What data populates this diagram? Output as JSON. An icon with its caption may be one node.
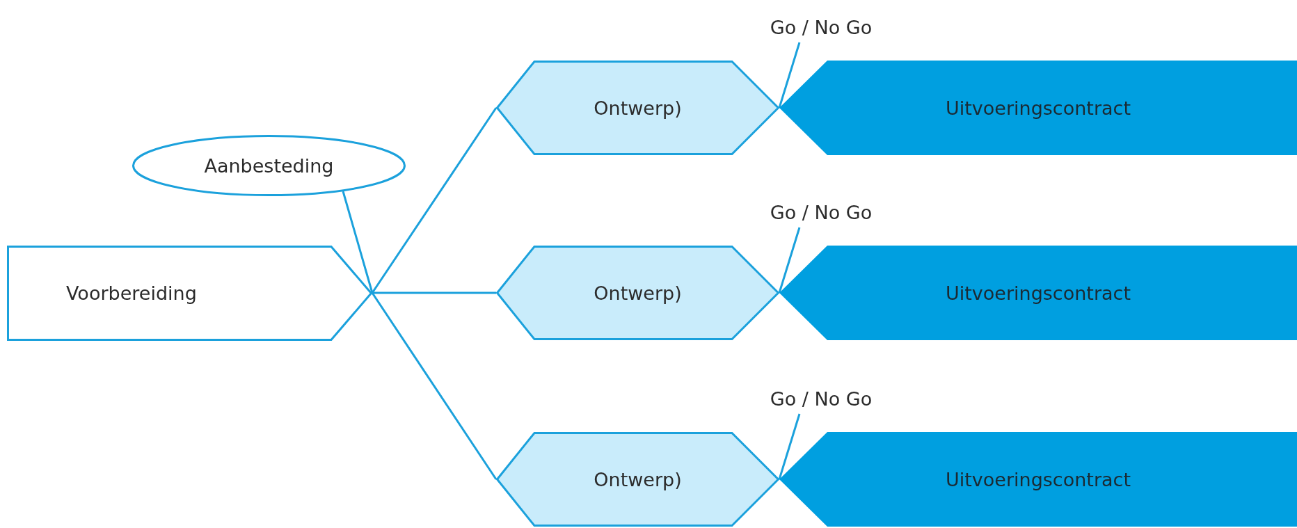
{
  "diagram": {
    "nodes": [
      {
        "text": [
          "Aanbesteding"
        ]
      },
      {
        "text": [
          "Voorbereiding"
        ]
      },
      {
        "text": [
          "Ontwerp)"
        ]
      },
      {
        "text": [
          "Go / No Go"
        ]
      },
      {
        "text": [
          "Uitvoeringscontract"
        ]
      },
      {
        "text": [
          "Ontwerp)"
        ]
      },
      {
        "text": [
          "Go / No Go"
        ]
      },
      {
        "text": [
          "Uitvoeringscontract"
        ]
      },
      {
        "text": [
          "Ontwerp)"
        ]
      },
      {
        "text": [
          "Go / No Go"
        ]
      },
      {
        "text": [
          "Uitvoeringscontract"
        ]
      }
    ],
    "edges": [
      {
        "from": 0,
        "to": 1,
        "arrow": "none"
      },
      {
        "from": 1,
        "to": 2,
        "arrow": "none"
      },
      {
        "from": 1,
        "to": 5,
        "arrow": "none"
      },
      {
        "from": 1,
        "to": 8,
        "arrow": "none"
      },
      {
        "from": 3,
        "to": 4,
        "arrow": "none"
      },
      {
        "from": 6,
        "to": 7,
        "arrow": "none"
      },
      {
        "from": 9,
        "to": 10,
        "arrow": "none"
      }
    ]
  }
}
